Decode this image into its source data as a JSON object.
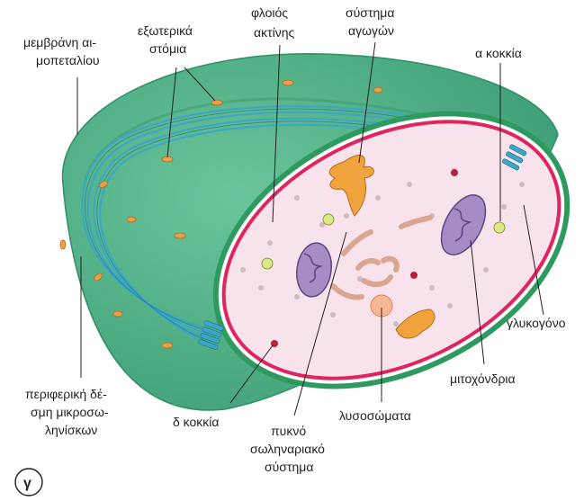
{
  "labels": {
    "membrane": [
      "μεμβράνη αι-",
      "μοπεταλίου"
    ],
    "outer_openings": [
      "εξωτερικά",
      "στόμια"
    ],
    "actin_cortex": [
      "φλοιός",
      "ακτίνης"
    ],
    "canal_system": [
      "σύστημα",
      "αγωγών"
    ],
    "alpha_granules": "α κοκκία",
    "glycogen": "γλυκογόνο",
    "mitochondria": "μιτοχόνδρια",
    "lysosomes": "λυσοσώματα",
    "dense_tubular": [
      "πυκνό",
      "σωληναριακό",
      "σύστημα"
    ],
    "delta_granules": "δ κοκκία",
    "microtubule_band": [
      "περιφερική δέ-",
      "σμη μικροσω-",
      "ληνίσκων"
    ],
    "panel": "γ"
  },
  "colors": {
    "outer_surface": "#55b48a",
    "outer_dark": "#2f8f68",
    "cytoplasm": "#f8e3ec",
    "rim_red": "#e0245e",
    "rim_green": "#2e9a5f",
    "microtubule": "#3aa7c9",
    "granule_orange": "#e8a04a",
    "mitochondrion": "#a88bc4",
    "alpha_granule": "#d9e88a",
    "delta_granule": "#b8213a",
    "lysosome": "#f6b894",
    "dense_tubular": "#d9a791"
  }
}
